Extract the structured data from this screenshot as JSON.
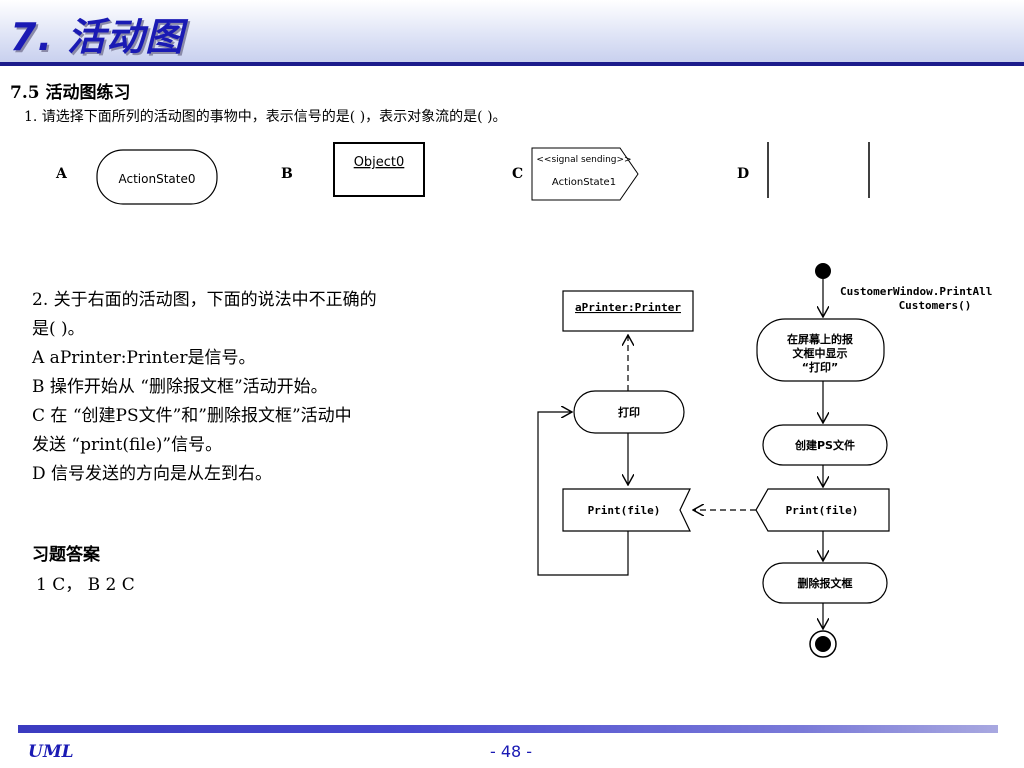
{
  "header": {
    "title": "7. 活动图"
  },
  "section": {
    "title": "7.5  活动图练习"
  },
  "question1": {
    "text": "1. 请选择下面所列的活动图的事物中，表示信号的是(   )，表示对象流的是(   )。",
    "options": [
      {
        "letter": "A",
        "shape_label": "ActionState0"
      },
      {
        "letter": "B",
        "shape_label": "Object0"
      },
      {
        "letter": "C",
        "shape_label_top": "<<signal sending>>",
        "shape_label_bottom": "ActionState1"
      },
      {
        "letter": "D",
        "shape_label": ""
      }
    ]
  },
  "question2": {
    "lines": [
      "2. 关于右面的活动图，下面的说法中不正确的",
      "    是(   )。",
      "  A  aPrinter:Printer是信号。",
      "  B  操作开始从 “删除报文框”活动开始。",
      "  C 在 “创建PS文件”和”删除报文框”活动中",
      "      发送 “print(file)”信号。",
      "  D  信号发送的方向是从左到右。"
    ]
  },
  "diagram": {
    "object_label": "aPrinter:Printer",
    "start_note_line1": "CustomerWindow.PrintAll",
    "start_note_line2": "Customers()",
    "activity1_line1": "在屏幕上的报",
    "activity1_line2": "文框中显示",
    "activity1_line3": "“打印”",
    "activity_print": "打印",
    "activity_create": "创建PS文件",
    "signal_receive": "Print(file)",
    "signal_send": "Print(file)",
    "activity_delete": "删除报文框"
  },
  "answers": {
    "label": "习题答案",
    "text": "1 C，  B  2 C"
  },
  "footer": {
    "left": "UML",
    "page": "- 48 -"
  }
}
